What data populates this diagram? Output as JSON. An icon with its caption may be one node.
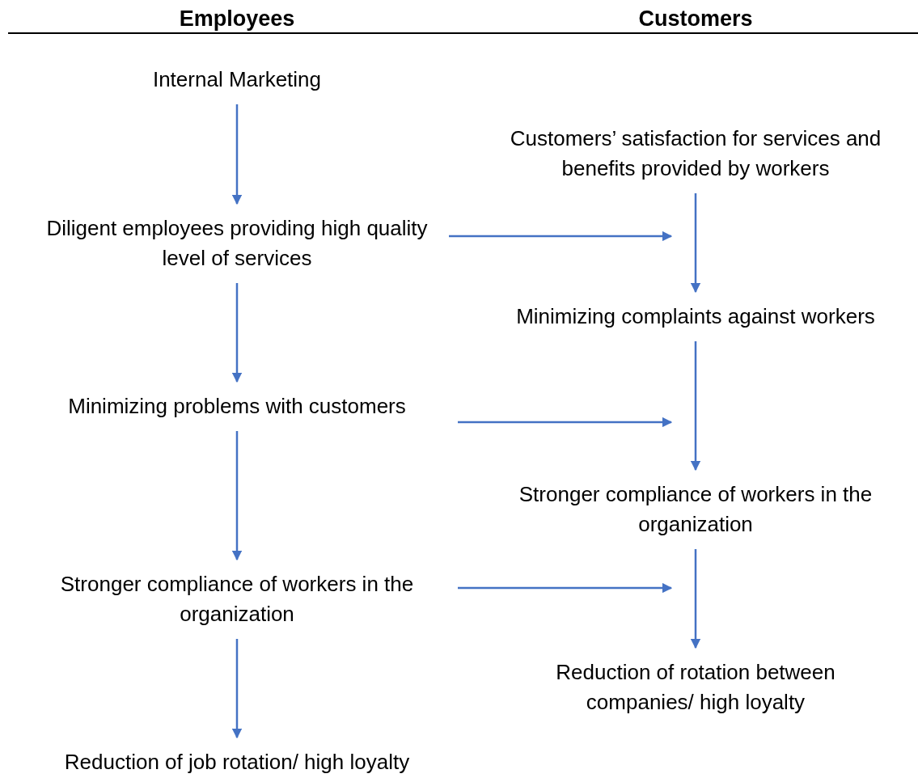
{
  "diagram": {
    "nodes": [
      {
        "text": [
          "Internal Marketing"
        ]
      },
      {
        "text": [
          "Diligent employees providing high quality level of services"
        ]
      },
      {
        "text": [
          "Minimizing problems with customers"
        ]
      },
      {
        "text": [
          "Stronger compliance of workers in the organization"
        ]
      },
      {
        "text": [
          "Reduction of job rotation/ high loyalty"
        ]
      },
      {
        "text": [
          "Customers’ satisfaction for services and benefits provided by workers"
        ]
      },
      {
        "text": [
          "Minimizing complaints against workers"
        ]
      },
      {
        "text": [
          "Stronger compliance of workers in the organization"
        ]
      },
      {
        "text": [
          "Reduction of rotation between companies/ high loyalty"
        ]
      }
    ],
    "edges": [
      {
        "from": 0,
        "to": 1,
        "arrow": "to"
      },
      {
        "from": 1,
        "to": 2,
        "arrow": "to"
      },
      {
        "from": 2,
        "to": 3,
        "arrow": "to"
      },
      {
        "from": 3,
        "to": 4,
        "arrow": "to"
      },
      {
        "from": 5,
        "to": 6,
        "arrow": "to"
      },
      {
        "from": 6,
        "to": 7,
        "arrow": "to"
      },
      {
        "from": 7,
        "to": 8,
        "arrow": "to"
      },
      {
        "from": 1,
        "to": null,
        "arrow": "to"
      },
      {
        "from": 2,
        "to": null,
        "arrow": "to"
      },
      {
        "from": 3,
        "to": null,
        "arrow": "to"
      }
    ],
    "labels": [
      "Employees",
      "Customers"
    ]
  }
}
